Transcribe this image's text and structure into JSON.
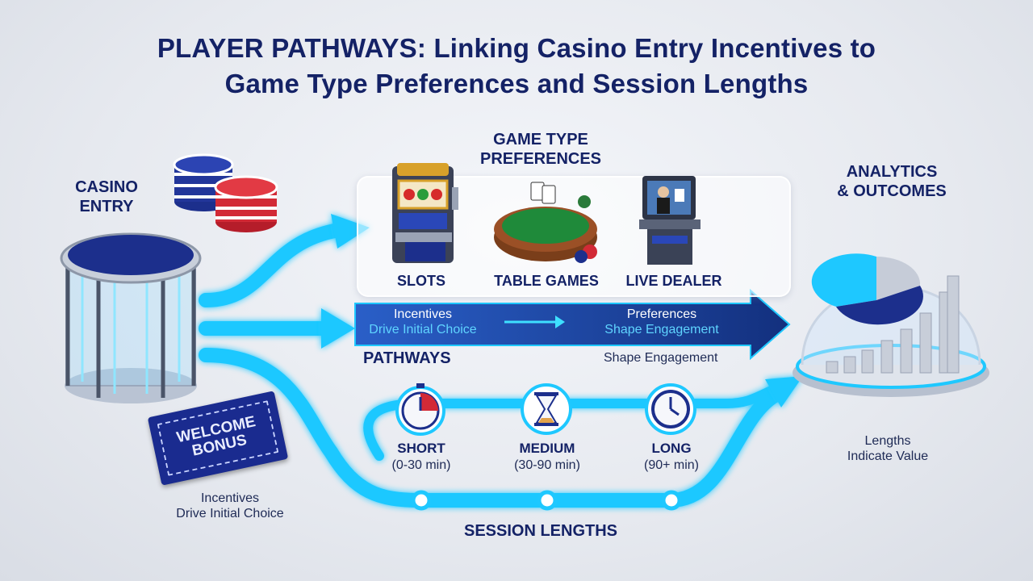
{
  "title_line1": "PLAYER PATHWAYS: Linking Casino Entry Incentives to",
  "title_line2": "Game Type Preferences and Session Lengths",
  "entry": {
    "heading": "CASINO\nENTRY",
    "caption_line1": "Incentives",
    "caption_line2": "Drive Initial Choice"
  },
  "bonus_ticket": "WELCOME\nBONUS",
  "game_types": {
    "heading": "GAME TYPE\nPREFERENCES",
    "items": [
      {
        "label": "SLOTS",
        "icon": "slot-machine-icon"
      },
      {
        "label": "TABLE GAMES",
        "icon": "card-table-icon"
      },
      {
        "label": "LIVE DEALER",
        "icon": "live-dealer-kiosk-icon"
      }
    ]
  },
  "pathways_banner": {
    "left_line1": "Incentives",
    "left_line2": "Drive Initial Choice",
    "right_line1": "Preferences",
    "right_line2": "Shape Engagement"
  },
  "pathways_label": "PATHWAYS",
  "shape_engagement": "Shape Engagement",
  "sessions": {
    "heading": "SESSION LENGTHS",
    "items": [
      {
        "label": "SHORT",
        "range": "(0-30 min)",
        "icon": "stopwatch-icon"
      },
      {
        "label": "MEDIUM",
        "range": "(30-90 min)",
        "icon": "hourglass-icon"
      },
      {
        "label": "LONG",
        "range": "(90+ min)",
        "icon": "clock-icon"
      }
    ]
  },
  "analytics": {
    "heading": "ANALYTICS\n& OUTCOMES",
    "caption_line1": "Lengths",
    "caption_line2": "Indicate Value"
  },
  "colors": {
    "navy": "#142266",
    "flow": "#1ec8ff",
    "banner": "#1a3f9c"
  }
}
